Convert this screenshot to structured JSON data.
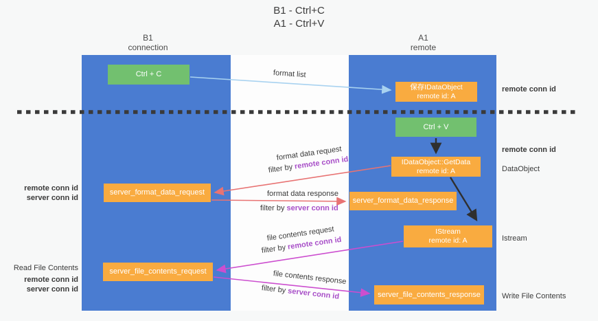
{
  "title": {
    "line1": "B1 - Ctrl+C",
    "line2": "A1 - Ctrl+V"
  },
  "lanes": {
    "left": {
      "name": "B1",
      "subtitle": "connection"
    },
    "right": {
      "name": "A1",
      "subtitle": "remote"
    }
  },
  "boxes": {
    "ctrl_c": {
      "label": "Ctrl + C"
    },
    "ctrl_v": {
      "label": "Ctrl + V"
    },
    "save_idataobject": {
      "line1": "保存IDataObject",
      "line2": "remote id: A"
    },
    "getdata": {
      "line1": "IDataObject::GetData",
      "line2": "remote id: A"
    },
    "istream": {
      "line1": "IStream",
      "line2": "remote id: A"
    },
    "format_request": {
      "label": "server_format_data_request"
    },
    "format_response": {
      "label": "server_format_data_response"
    },
    "file_request": {
      "label": "server_file_contents_request"
    },
    "file_response": {
      "label": "server_file_contents_response"
    }
  },
  "flow": {
    "format_list": "format list",
    "format_data_request": "format data request",
    "format_data_response": "format data response",
    "file_contents_request": "file contents request",
    "file_contents_response": "file contents response",
    "filter_by": "filter by ",
    "remote_conn_id": "remote conn id",
    "server_conn_id": "server conn id"
  },
  "side_labels": {
    "read_file_contents": "Read File Contents",
    "write_file_contents": "Write File Contents",
    "dataobject": "DataObject",
    "istream": "Istream"
  },
  "colors": {
    "lane_blue": "#4a7cd1",
    "box_orange": "#f9ab40",
    "box_green": "#72c06f",
    "arrow_salmon": "#e87373",
    "arrow_magenta": "#cc4ecf",
    "arrow_lightblue": "#a8d2f0",
    "arrow_black": "#2f2f2f",
    "label_purple": "#a84fc8",
    "label_green": "#55b865"
  }
}
